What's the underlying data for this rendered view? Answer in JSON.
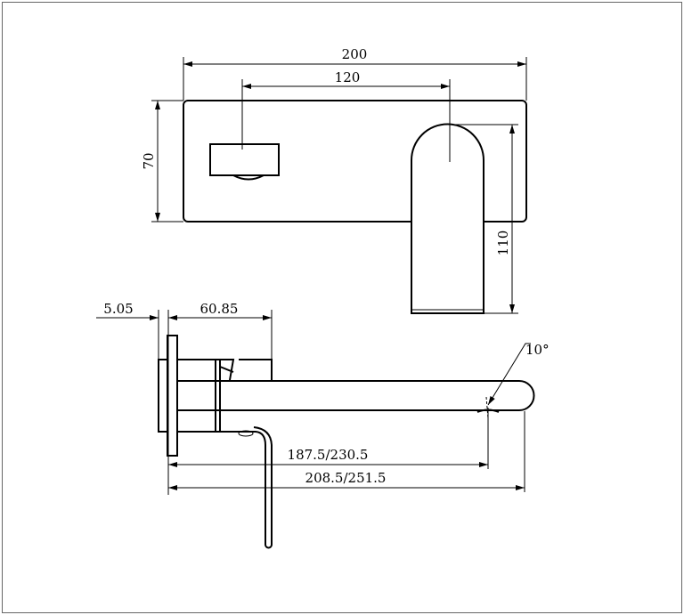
{
  "drawing": {
    "top_view": {
      "dim_overall_width": "200",
      "dim_handle_to_spout": "120",
      "dim_plate_height": "70",
      "dim_spout_length": "110"
    },
    "side_view": {
      "dim_plate_thickness": "5.05",
      "dim_body_depth": "60.85",
      "dim_spout_reach": "187.5/230.5",
      "dim_total_reach": "208.5/251.5",
      "dim_outlet_angle": "10°"
    }
  }
}
